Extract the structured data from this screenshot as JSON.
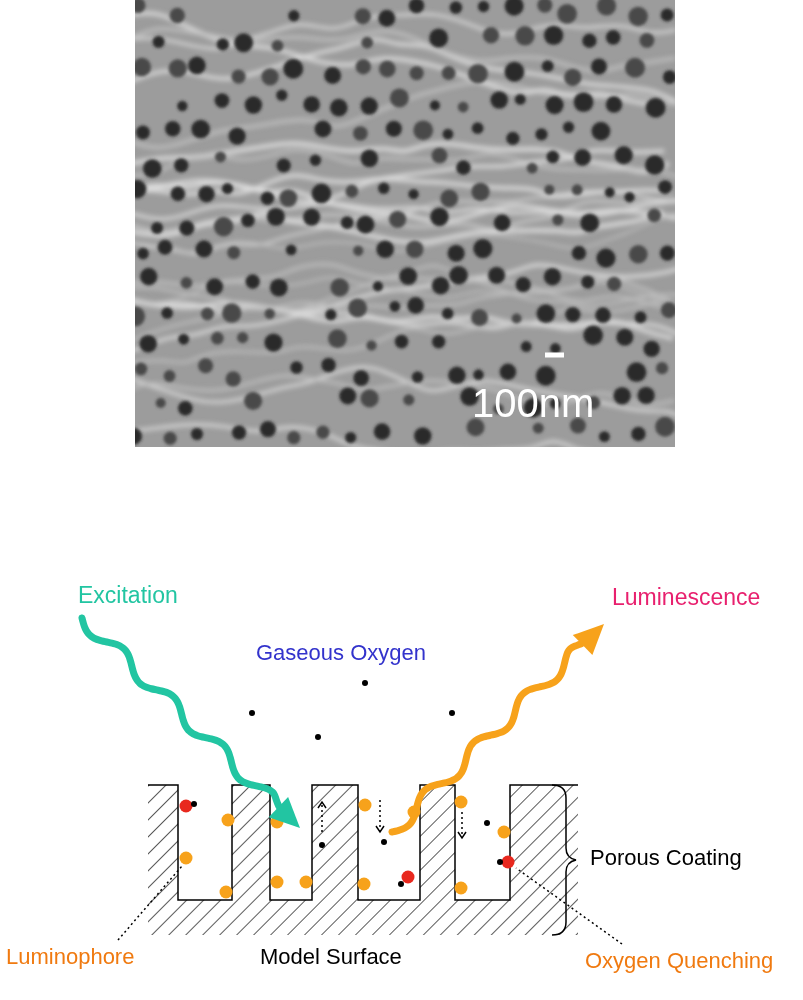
{
  "diagram": {
    "labels": [
      "100nm",
      "Excitation",
      "Luminescence",
      "Gaseous Oxygen",
      "Porous Coating",
      "Luminophore",
      "Model Surface",
      "Oxygen Quenching"
    ]
  }
}
